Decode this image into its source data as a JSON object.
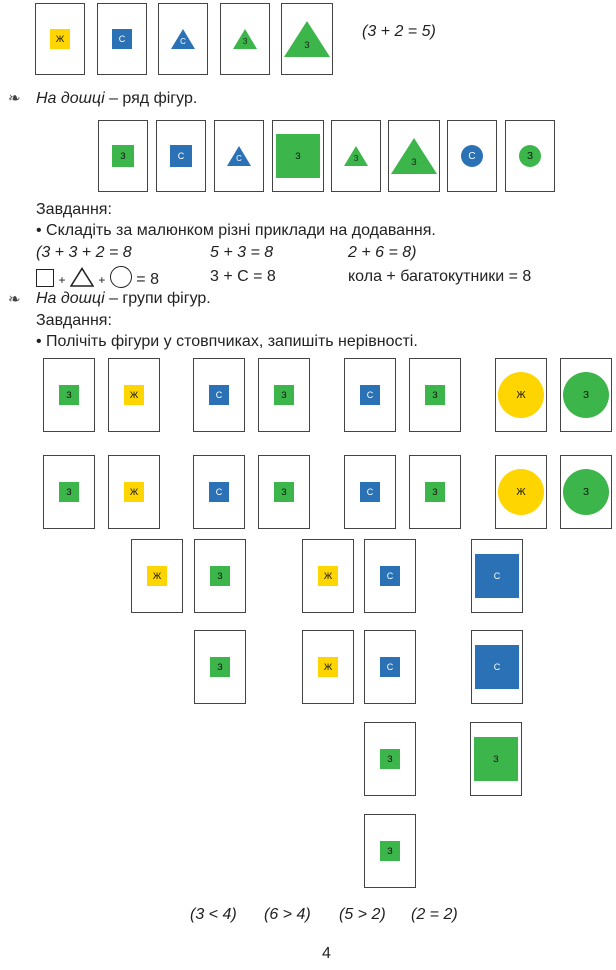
{
  "colors": {
    "green": "#3cb54a",
    "blue": "#2a72b5",
    "yellow": "#ffd500"
  },
  "labels": {
    "green": "З",
    "blue": "С",
    "yellow": "Ж"
  },
  "top_equation": "(3 + 2 = 5)",
  "section1": {
    "marker_icon": "ornament-marker-icon",
    "title_italic": "На дошці",
    "title_rest": " – ряд фігур."
  },
  "section2": {
    "task_label": "Завдання:",
    "bullet": "• Складіть за малюнком різні приклади на додавання.",
    "ex1": "(3 + 3 + 2 = 8",
    "ex2": "5 + 3 = 8",
    "ex3": "2 + 6 = 8)",
    "shape_eq_plus1": "+",
    "shape_eq_plus2": "+",
    "shape_eq_result": "= 8",
    "eq_c": "3 + С = 8",
    "eq_words": "кола + багатокутники = 8"
  },
  "section3": {
    "title_italic": "На дошці",
    "title_rest": " – групи фігур.",
    "task_label": "Завдання:",
    "bullet": "• Полічіть фігури у стовпчиках, запишіть нерівності."
  },
  "inequalities": [
    "(3 < 4)",
    "(6 > 4)",
    "(5 > 2)",
    "(2 = 2)"
  ],
  "page_number": "4"
}
